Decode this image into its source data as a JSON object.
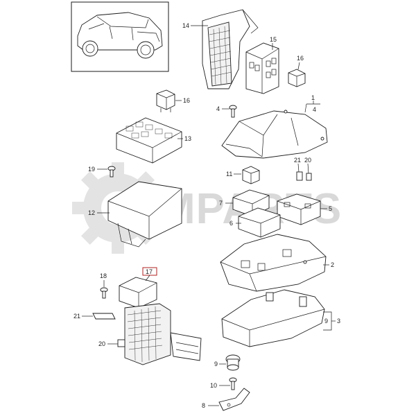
{
  "watermark": {
    "text": "MPARTS",
    "logo_icon": "gear-icon"
  },
  "callouts": {
    "c14": "14",
    "c15": "15",
    "c16a": "16",
    "c16b": "16",
    "c13": "13",
    "c1": "1",
    "c4a": "4",
    "c4b": "4",
    "c19": "19",
    "c11": "11",
    "c21a": "21",
    "c20a": "20",
    "c7": "7",
    "c5": "5",
    "c12": "12",
    "c6": "6",
    "c2": "2",
    "c17": "17",
    "c18": "18",
    "c21b": "21",
    "c9": "9",
    "c3": "3",
    "c20b": "20",
    "c9b": "9",
    "c10": "10",
    "c8": "8"
  },
  "colors": {
    "line": "#1a1a1a",
    "watermark": "#d9d9d9",
    "highlight_box": "#b22222"
  }
}
